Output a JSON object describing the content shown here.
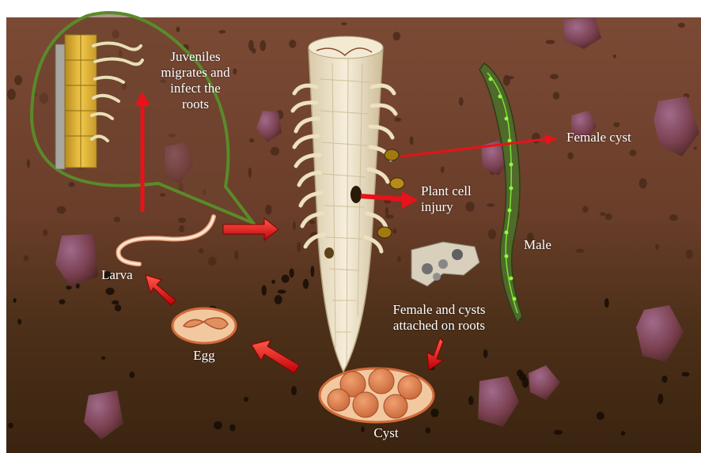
{
  "labels": {
    "juveniles": "Juveniles\nmigrates and\ninfect the\nroots",
    "female_cyst": "Female cyst",
    "plant_cell_injury": "Plant cell\ninjury",
    "male": "Male",
    "larva": "Larva",
    "egg": "Egg",
    "female_and_cysts": "Female and cysts\nattached on roots",
    "cyst": "Cyst"
  },
  "colors": {
    "soil_top": "#7a4a34",
    "soil_mid": "#6b3f2a",
    "soil_bottom": "#3e2612",
    "zoom_outline": "#5a8a2a",
    "arrow_red": "#e8121a",
    "root": "#efe4cc",
    "male_body": "#4f6a2a",
    "male_spots": "#8dff3a"
  },
  "icons": [
    "root-icon",
    "cyst-icon",
    "egg-icon",
    "larva-icon",
    "male-nematode-icon",
    "root-cells-icon"
  ]
}
